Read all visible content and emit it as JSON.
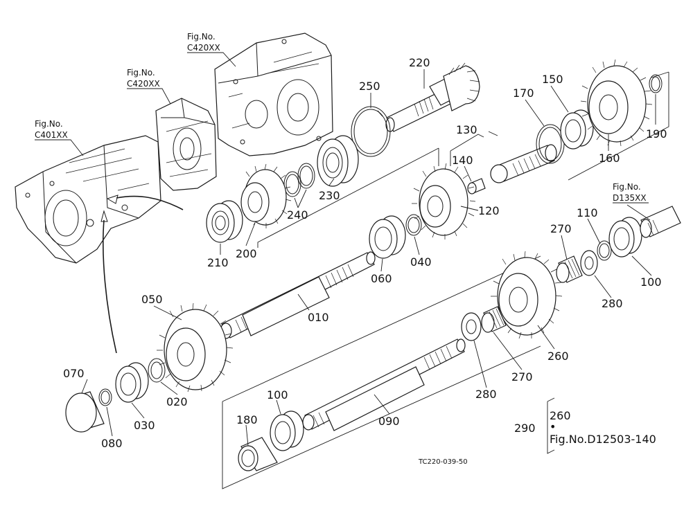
{
  "diagram": {
    "drawing_code": "TC220-039-50",
    "figure_refs": [
      {
        "id": "fig-c420-top",
        "caption": "Fig.No.",
        "number": "C420XX"
      },
      {
        "id": "fig-c420-mid",
        "caption": "Fig.No.",
        "number": "C420XX"
      },
      {
        "id": "fig-c401",
        "caption": "Fig.No.",
        "number": "C401XX"
      },
      {
        "id": "fig-d135",
        "caption": "Fig.No.",
        "number": "D135XX"
      }
    ],
    "part_labels": {
      "p220": "220",
      "p250": "250",
      "p130": "130",
      "p170": "170",
      "p150": "150",
      "p190": "190",
      "p160": "160",
      "p140": "140",
      "p230": "230",
      "p240": "240",
      "p120": "120",
      "p210": "210",
      "p200": "200",
      "p060": "060",
      "p040": "040",
      "p010": "010",
      "p050": "050",
      "p070": "070",
      "p080": "080",
      "p030": "030",
      "p020": "020",
      "p270a": "270",
      "p110": "110",
      "p100a": "100",
      "p280a": "280",
      "p260": "260",
      "p270b": "270",
      "p280b": "280",
      "p090": "090",
      "p100b": "100",
      "p180": "180",
      "p290": "290"
    },
    "assembly_note": {
      "part": "260",
      "dot": "•",
      "reference": "Fig.No.D12503-140"
    }
  }
}
